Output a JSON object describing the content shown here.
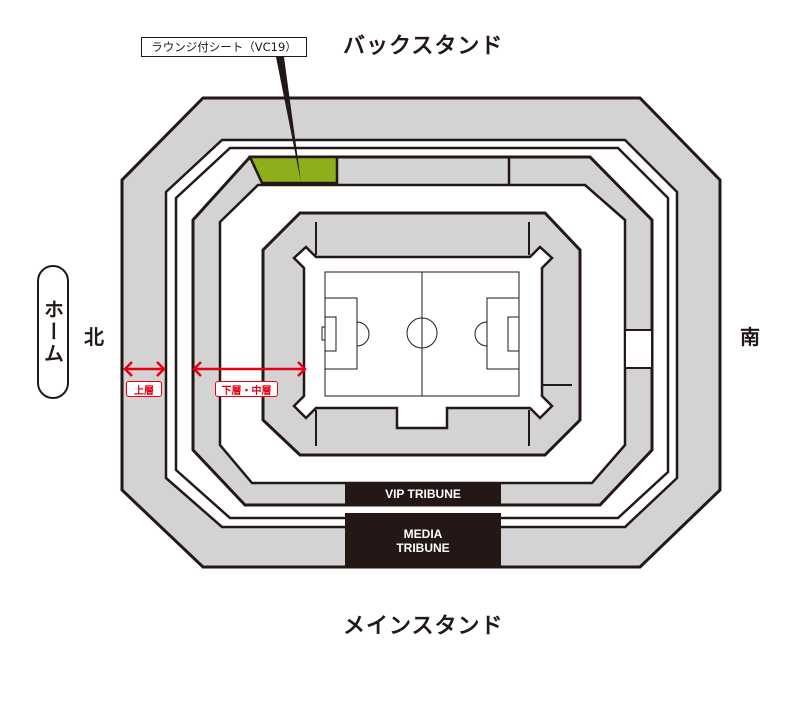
{
  "titles": {
    "back_stand": "バックスタンド",
    "main_stand": "メインスタンド"
  },
  "directions": {
    "north": "北",
    "south": "南",
    "home": "ホーム"
  },
  "callout": {
    "label": "ラウンジ付シート（VC19）"
  },
  "tiers": {
    "upper": "上層",
    "lower_middle": "下層・中層"
  },
  "tribunes": {
    "vip": "VIP TRIBUNE",
    "media": "MEDIA TRIBUNE"
  },
  "colors": {
    "seat": "#d3d3d3",
    "highlight": "#8fae1b",
    "line": "#231815",
    "arrow": "#e60012"
  }
}
